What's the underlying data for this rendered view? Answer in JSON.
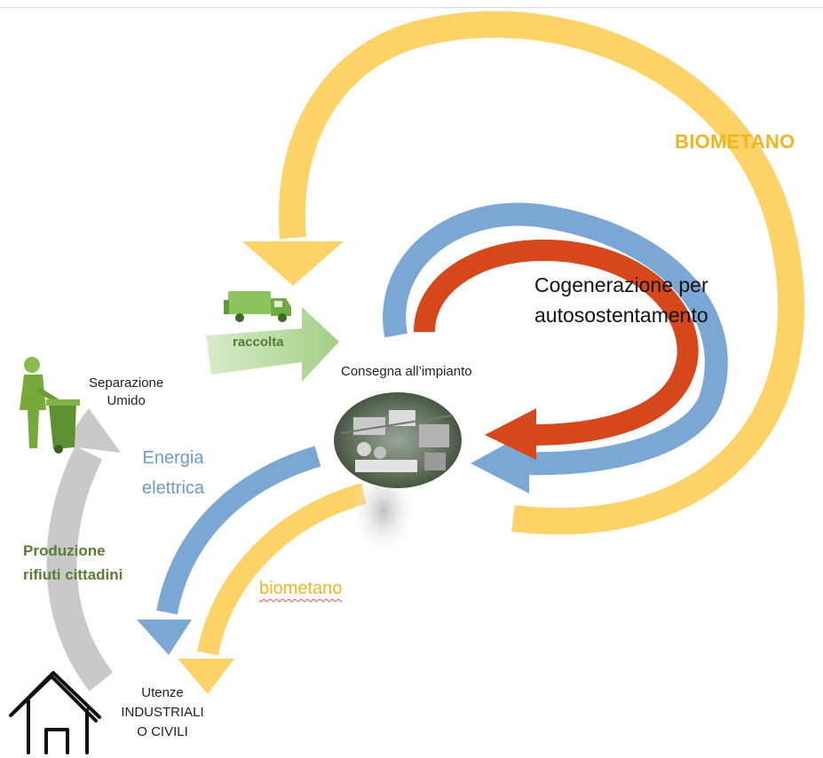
{
  "labels": {
    "biometano_top": "BIOMETANO",
    "cogenerazione": [
      "Cogenerazione per",
      "autosostentamento"
    ],
    "raccolta": "raccolta",
    "consegna": "Consegna all’impianto",
    "separazione": [
      "Separazione",
      "Umido"
    ],
    "energia": [
      "Energia",
      "elettrica"
    ],
    "produzione": [
      "Produzione",
      "rifiuti cittadini"
    ],
    "biometano_bottom": "biometano",
    "utenze": [
      "Utenze",
      "INDUSTRIALI",
      "O CIVILI"
    ]
  },
  "colors": {
    "yellow": "#fdd266",
    "blue": "#7ba7d4",
    "orange": "#d6481c",
    "green": "#a9d18e",
    "grey": "#c9c9c9"
  },
  "icons": [
    "garbage-truck-icon",
    "person-with-bin-icon",
    "house-icon",
    "plant-aerial-photo"
  ]
}
